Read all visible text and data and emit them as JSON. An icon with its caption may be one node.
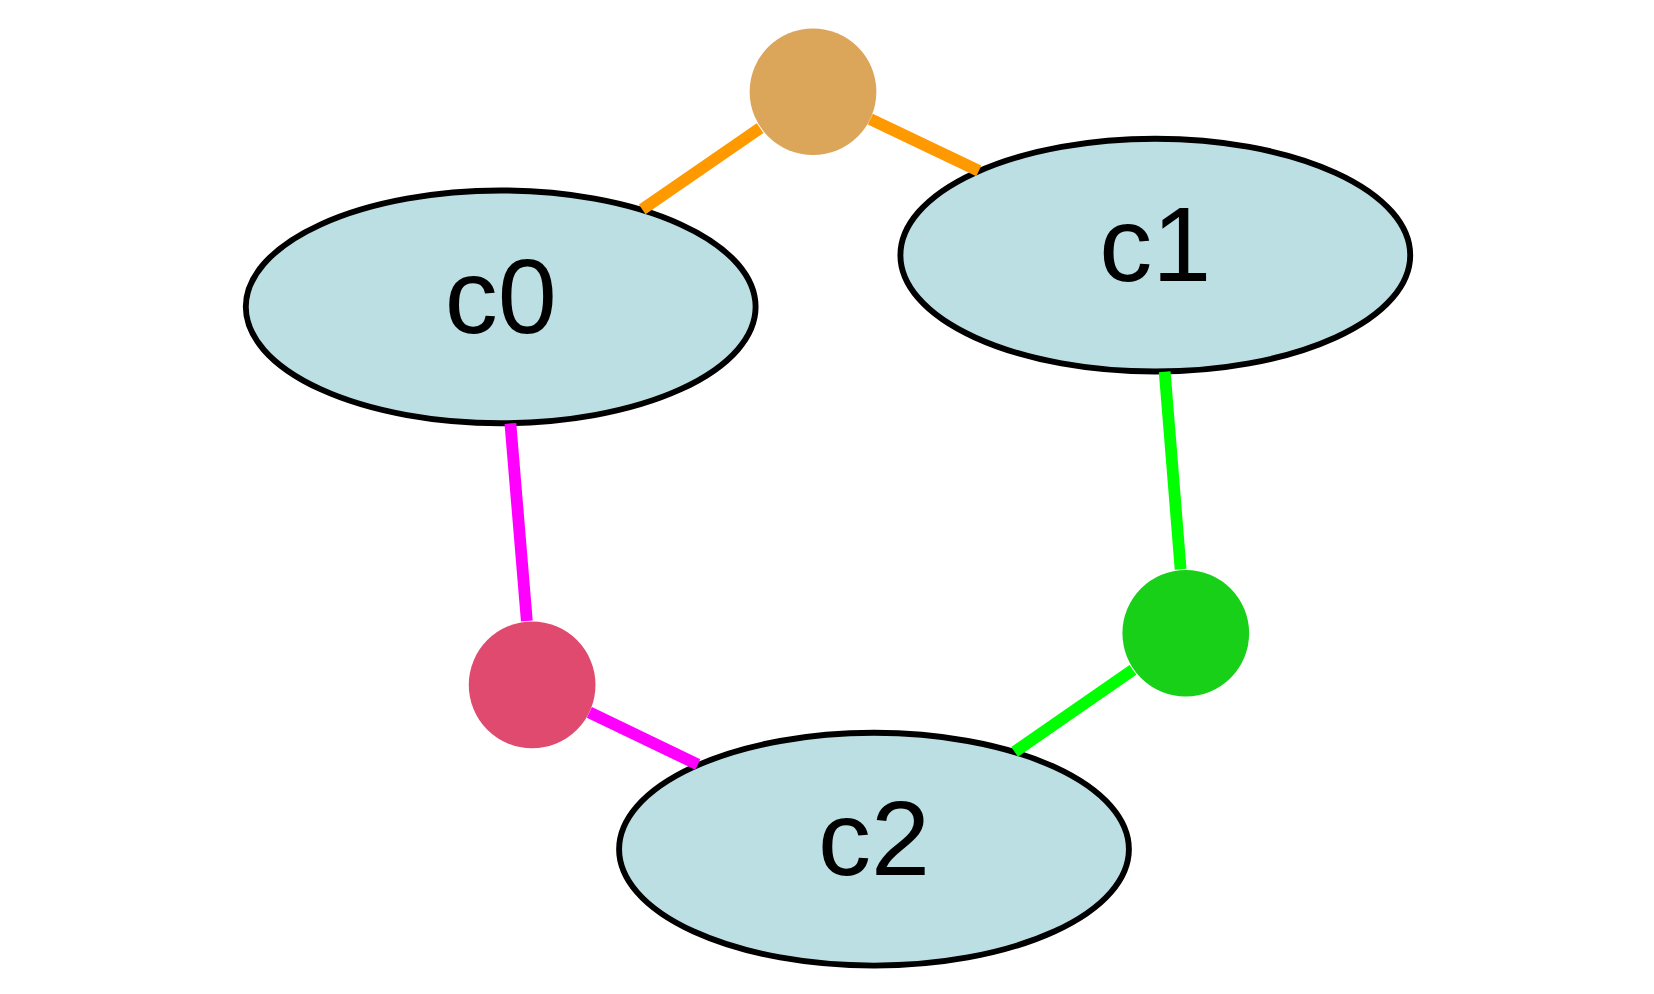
{
  "diagram": {
    "nodes": [
      {
        "text": [
          "c0"
        ]
      },
      {
        "text": [
          "c1"
        ]
      },
      {
        "text": [
          "c2"
        ]
      },
      {
        "text": [],
        "shape": "circle"
      },
      {
        "text": [],
        "shape": "circle"
      },
      {
        "text": [],
        "shape": "circle"
      }
    ],
    "edges": [
      {
        "from": 0,
        "to": 3,
        "arrow": "none",
        "color": "#ff9900"
      },
      {
        "from": 3,
        "to": 1,
        "arrow": "none",
        "color": "#ff9900"
      },
      {
        "from": 1,
        "to": 4,
        "arrow": "none",
        "color": "#00ff00"
      },
      {
        "from": 4,
        "to": 2,
        "arrow": "none",
        "color": "#00ff00"
      },
      {
        "from": 0,
        "to": 5,
        "arrow": "none",
        "color": "#ff00ff"
      },
      {
        "from": 5,
        "to": 2,
        "arrow": "none",
        "color": "#ff00ff"
      }
    ]
  }
}
